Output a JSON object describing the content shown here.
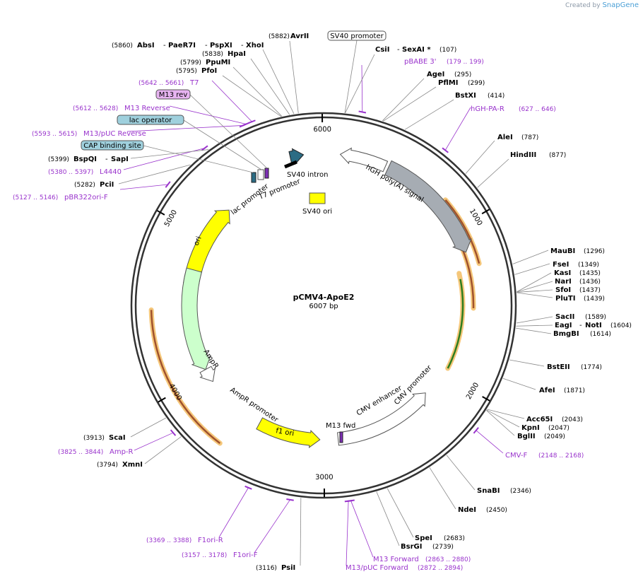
{
  "watermark": {
    "prefix": "Created by",
    "brand": "SnapGene"
  },
  "plasmid": {
    "name": "pCMV4-ApoE2",
    "size_label": "6007 bp",
    "length": 6007
  },
  "colors": {
    "primer": "#9933cc",
    "enzyme": "#000000",
    "yellow": "#ffff00",
    "green": "#ccffcc",
    "gray": "#a6acb3",
    "orange_glow": "#f5c77a",
    "brown": "#a0522d"
  },
  "ticks": [
    {
      "label": "1000",
      "pos": 1000
    },
    {
      "label": "2000",
      "pos": 2000
    },
    {
      "label": "3000",
      "pos": 3000
    },
    {
      "label": "4000",
      "pos": 4000
    },
    {
      "label": "5000",
      "pos": 5000
    },
    {
      "label": "6000",
      "pos": 6000
    }
  ],
  "sites": [
    {
      "name": "AvrII",
      "pos": "(5882)",
      "side": "right",
      "loc": 5882
    },
    {
      "name": "AbsI",
      "extra1": "PaeR7I",
      "extra2": "PspXI",
      "extra3": "XhoI",
      "pos": "(5860)",
      "side": "left",
      "loc": 5860
    },
    {
      "name": "HpaI",
      "pos": "(5838)",
      "side": "left",
      "loc": 5838
    },
    {
      "name": "PpuMI",
      "pos": "(5799)",
      "side": "left",
      "loc": 5799
    },
    {
      "name": "PfoI",
      "pos": "(5795)",
      "side": "left",
      "loc": 5795
    },
    {
      "name": "CsiI",
      "extra1": "SexAI *",
      "pos": "(107)",
      "side": "right",
      "loc": 107
    },
    {
      "name": "AgeI",
      "pos": "(295)",
      "side": "right",
      "loc": 295
    },
    {
      "name": "PflMI",
      "pos": "(299)",
      "side": "right",
      "loc": 299
    },
    {
      "name": "BstXI",
      "pos": "(414)",
      "side": "right",
      "loc": 414
    },
    {
      "name": "AleI",
      "pos": "(787)",
      "side": "right",
      "loc": 787
    },
    {
      "name": "HindIII",
      "pos": "(877)",
      "side": "right",
      "loc": 877
    },
    {
      "name": "MauBI",
      "pos": "(1296)",
      "side": "right",
      "loc": 1296
    },
    {
      "name": "FseI",
      "pos": "(1349)",
      "side": "right",
      "loc": 1349
    },
    {
      "name": "KasI",
      "pos": "(1435)",
      "side": "right",
      "loc": 1435
    },
    {
      "name": "NarI",
      "pos": "(1436)",
      "side": "right",
      "loc": 1436
    },
    {
      "name": "SfoI",
      "pos": "(1437)",
      "side": "right",
      "loc": 1437
    },
    {
      "name": "PluTI",
      "pos": "(1439)",
      "side": "right",
      "loc": 1439
    },
    {
      "name": "SacII",
      "pos": "(1589)",
      "side": "right",
      "loc": 1589
    },
    {
      "name": "EagI",
      "extra1": "NotI",
      "pos": "(1604)",
      "side": "right",
      "loc": 1604
    },
    {
      "name": "BmgBI",
      "pos": "(1614)",
      "side": "right",
      "loc": 1614
    },
    {
      "name": "BstEII",
      "pos": "(1774)",
      "side": "right",
      "loc": 1774
    },
    {
      "name": "AfeI",
      "pos": "(1871)",
      "side": "right",
      "loc": 1871
    },
    {
      "name": "Acc65I",
      "pos": "(2043)",
      "side": "right",
      "loc": 2043
    },
    {
      "name": "KpnI",
      "pos": "(2047)",
      "side": "right",
      "loc": 2047
    },
    {
      "name": "BglII",
      "pos": "(2049)",
      "side": "right",
      "loc": 2049
    },
    {
      "name": "SnaBI",
      "pos": "(2346)",
      "side": "right",
      "loc": 2346
    },
    {
      "name": "NdeI",
      "pos": "(2450)",
      "side": "right",
      "loc": 2450
    },
    {
      "name": "SpeI",
      "pos": "(2683)",
      "side": "right",
      "loc": 2683
    },
    {
      "name": "BsrGI",
      "pos": "(2739)",
      "side": "right",
      "loc": 2739
    },
    {
      "name": "PsiI",
      "pos": "(3116)",
      "side": "left",
      "loc": 3116
    },
    {
      "name": "XmnI",
      "pos": "(3794)",
      "side": "left",
      "loc": 3794
    },
    {
      "name": "ScaI",
      "pos": "(3913)",
      "side": "left",
      "loc": 3913
    },
    {
      "name": "PciI",
      "pos": "(5282)",
      "side": "left",
      "loc": 5282
    },
    {
      "name": "BspQI",
      "extra1": "SapI",
      "pos": "(5399)",
      "side": "left",
      "loc": 5399
    }
  ],
  "primers": [
    {
      "name": "pBABE 3'",
      "range": "(179 .. 199)",
      "loc": 189
    },
    {
      "name": "hGH-PA-R",
      "range": "(627 .. 646)",
      "loc": 636
    },
    {
      "name": "CMV-F",
      "range": "(2148 .. 2168)",
      "loc": 2158
    },
    {
      "name": "M13 Forward",
      "range": "(2863 .. 2880)",
      "loc": 2871
    },
    {
      "name": "M13/pUC Forward",
      "range": "(2872 .. 2894)",
      "loc": 2883
    },
    {
      "name": "F1ori-F",
      "range": "(3157 .. 3178)",
      "loc": 3167
    },
    {
      "name": "F1ori-R",
      "range": "(3369 .. 3388)",
      "loc": 3378
    },
    {
      "name": "Amp-R",
      "range": "(3825 .. 3844)",
      "loc": 3834
    },
    {
      "name": "pBR322ori-F",
      "range": "(5127 .. 5146)",
      "loc": 5136
    },
    {
      "name": "L4440",
      "range": "(5380 .. 5397)",
      "loc": 5388
    },
    {
      "name": "M13/pUC Reverse",
      "range": "(5593 .. 5615)",
      "loc": 5604
    },
    {
      "name": "M13 Reverse",
      "range": "(5612 .. 5628)",
      "loc": 5620
    },
    {
      "name": "T7",
      "range": "(5642 .. 5661)",
      "loc": 5651
    }
  ],
  "boxed_features": [
    {
      "name": "SV40 promoter",
      "style": "white"
    },
    {
      "name": "M13 rev",
      "style": "purple"
    },
    {
      "name": "lac operator",
      "style": "teal"
    },
    {
      "name": "CAP binding site",
      "style": "teal"
    }
  ],
  "features": [
    {
      "name": "SV40 intron"
    },
    {
      "name": "hGH poly(A) signal"
    },
    {
      "name": "SV40 ori"
    },
    {
      "name": "lac promoter"
    },
    {
      "name": "T7 promoter"
    },
    {
      "name": "ori"
    },
    {
      "name": "AmpR"
    },
    {
      "name": "AmpR promoter"
    },
    {
      "name": "f1 ori"
    },
    {
      "name": "M13 fwd"
    },
    {
      "name": "CMV enhancer"
    },
    {
      "name": "CMV promoter"
    }
  ]
}
